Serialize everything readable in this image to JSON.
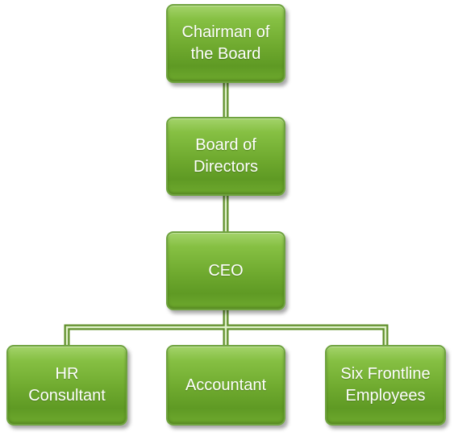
{
  "chart": {
    "nodes": [
      {
        "id": "chair",
        "label": "Chairman of\nthe Board"
      },
      {
        "id": "board",
        "label": "Board of\nDirectors"
      },
      {
        "id": "ceo",
        "label": "CEO"
      },
      {
        "id": "hr",
        "label": "HR\nConsultant"
      },
      {
        "id": "acct",
        "label": "Accountant"
      },
      {
        "id": "front",
        "label": "Six Frontline\nEmployees"
      }
    ],
    "edges": [
      [
        "chair",
        "board"
      ],
      [
        "board",
        "ceo"
      ],
      [
        "ceo",
        "hr"
      ],
      [
        "ceo",
        "acct"
      ],
      [
        "ceo",
        "front"
      ]
    ],
    "colors": {
      "box": "#77b032",
      "border": "#6fa33f",
      "text": "#ffffff",
      "connector": "#77b032"
    }
  }
}
